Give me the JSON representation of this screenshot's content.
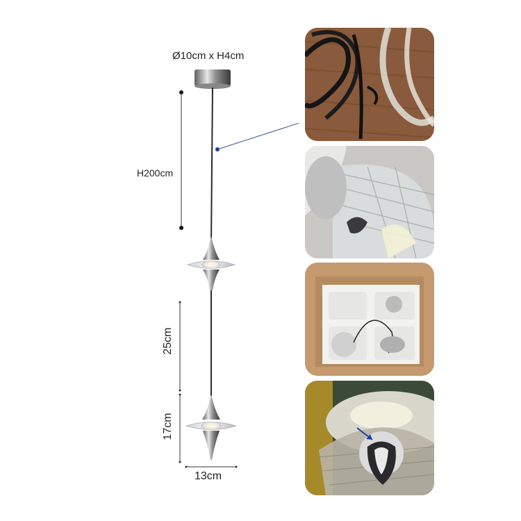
{
  "dimensions": {
    "canopy": "Ø10cm x H4cm",
    "cable_height": "H200cm",
    "upper_spacing": "25cm",
    "lamp_height": "17cm",
    "lamp_width": "13cm"
  },
  "detail_images": [
    {
      "name": "power-cable-photo"
    },
    {
      "name": "crystal-disc-closeup-photo"
    },
    {
      "name": "packaging-box-photo"
    },
    {
      "name": "lamp-underside-closeup-photo"
    }
  ]
}
